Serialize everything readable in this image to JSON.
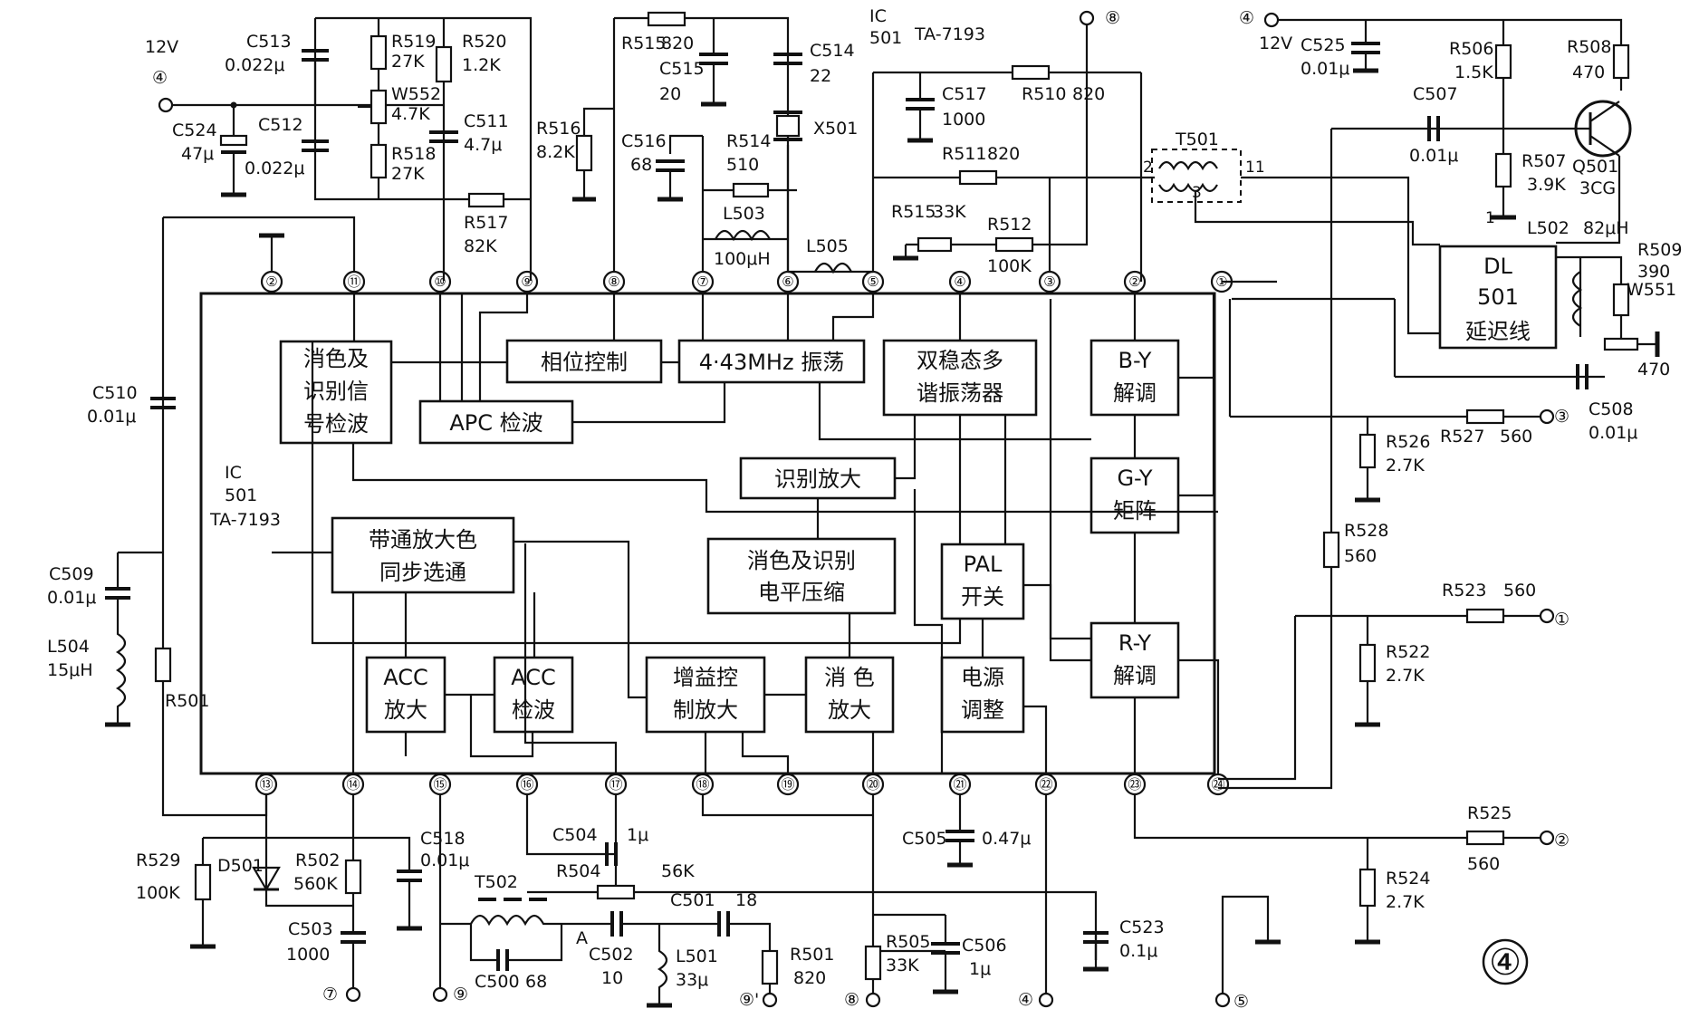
{
  "ic": {
    "designator": "IC",
    "number": "501",
    "part": "TA-7193"
  },
  "blocks": {
    "killer_detect": [
      "消色及",
      "识别信",
      "号检波"
    ],
    "phase_control": "相位控制",
    "osc": "4·43MHz 振荡",
    "apc": "APC 检波",
    "flipflop": [
      "双稳态多",
      "谐振荡器"
    ],
    "by_demod": [
      "B-Y",
      "解调"
    ],
    "gy_matrix": [
      "G-Y",
      "矩阵"
    ],
    "ry_demod": [
      "R-Y",
      "解调"
    ],
    "id_amp": "识别放大",
    "killer_level": [
      "消色及识别",
      "电平压缩"
    ],
    "pal_switch": [
      "PAL",
      "开关"
    ],
    "bandpass": [
      "带通放大色",
      "同步选通"
    ],
    "acc_amp": [
      "ACC",
      "放大"
    ],
    "acc_det": [
      "ACC",
      "检波"
    ],
    "gain_ctrl": [
      "增益控",
      "制放大"
    ],
    "killer_amp": [
      "消 色",
      "放大"
    ],
    "power_reg": [
      "电源",
      "调整"
    ],
    "delay_line": [
      "DL",
      "501",
      "延迟线"
    ]
  },
  "pins": {
    "top": [
      "②",
      "⑪",
      "⑩",
      "⑨",
      "⑧",
      "⑦",
      "⑥",
      "⑤",
      "④",
      "③",
      "②",
      "①"
    ],
    "bottom": [
      "⑬",
      "⑭",
      "⑮",
      "⑯",
      "⑰",
      "⑱",
      "⑲",
      "⑳",
      "㉑",
      "㉒",
      "㉓",
      "㉔"
    ]
  },
  "components": {
    "C513": [
      "C513",
      "0.022μ"
    ],
    "R519": [
      "R519",
      "27K"
    ],
    "R520": [
      "R520",
      "1.2K"
    ],
    "W552": [
      "W552",
      "4.7K"
    ],
    "C511": [
      "C511",
      "4.7μ"
    ],
    "C524": [
      "C524",
      "47μ"
    ],
    "C512": [
      "C512",
      "0.022μ"
    ],
    "R518": [
      "R518",
      "27K"
    ],
    "R517": [
      "R517",
      "82K"
    ],
    "R515a": [
      "R515",
      "820"
    ],
    "C515": [
      "C515",
      "20"
    ],
    "C514": [
      "C514",
      "22"
    ],
    "X501": [
      "X501"
    ],
    "R516": [
      "R516",
      "8.2K"
    ],
    "C516": [
      "C516",
      "68"
    ],
    "R514": [
      "R514",
      "510"
    ],
    "L503": [
      "L503",
      "100μH"
    ],
    "L505": [
      "L505"
    ],
    "C517": [
      "C517",
      "1000"
    ],
    "R510": [
      "R510",
      "820"
    ],
    "R511": [
      "R511",
      "820"
    ],
    "R515b": [
      "R515",
      "33K"
    ],
    "R512": [
      "R512",
      "100K"
    ],
    "T501": [
      "T501"
    ],
    "C525": [
      "C525",
      "0.01μ"
    ],
    "R506": [
      "R506",
      "1.5K"
    ],
    "R508": [
      "R508",
      "470"
    ],
    "C507": [
      "C507",
      "0.01μ"
    ],
    "R507": [
      "R507",
      "3.9K"
    ],
    "Q501": [
      "Q501",
      "3CG"
    ],
    "L502": [
      "L502",
      "82μH"
    ],
    "R509": [
      "R509",
      "390"
    ],
    "W551": [
      "W551",
      "470"
    ],
    "C508": [
      "C508",
      "0.01μ"
    ],
    "R527": [
      "R527",
      "560"
    ],
    "R526": [
      "R526",
      "2.7K"
    ],
    "R528": [
      "R528",
      "560"
    ],
    "R523": [
      "R523",
      "560"
    ],
    "R522": [
      "R522",
      "2.7K"
    ],
    "R525": [
      "R525",
      "560"
    ],
    "R524": [
      "R524",
      "2.7K"
    ],
    "C510": [
      "C510",
      "0.01μ"
    ],
    "C509": [
      "C509",
      "0.01μ"
    ],
    "L504": [
      "L504",
      "15μH"
    ],
    "R501a": [
      "R501"
    ],
    "R529": [
      "R529",
      "100K"
    ],
    "D501": [
      "D501"
    ],
    "R502": [
      "R502",
      "560K"
    ],
    "C518": [
      "C518",
      "0.01μ"
    ],
    "C503": [
      "C503",
      "1000"
    ],
    "C504": [
      "C504",
      "1μ"
    ],
    "R504": [
      "R504",
      "56K"
    ],
    "T502": [
      "T502"
    ],
    "C500": [
      "C500",
      "68"
    ],
    "C502": [
      "C502",
      "10"
    ],
    "C501": [
      "C501",
      "18"
    ],
    "L501": [
      "L501",
      "33μ"
    ],
    "R501b": [
      "R501",
      "820"
    ],
    "C505": [
      "C505",
      "0.47μ"
    ],
    "R505": [
      "R505",
      "33K"
    ],
    "C506": [
      "C506",
      "1μ"
    ],
    "C523": [
      "C523",
      "0.1μ"
    ]
  },
  "nodes": {
    "supply_left": "12V",
    "supply_right": "12V",
    "t4a": "④",
    "t8": "⑧",
    "t4b": "④",
    "t3": "③",
    "t1": "①",
    "t2": "②",
    "t7": "⑦",
    "t9a": "⑨",
    "t9b": "⑨'",
    "t8b": "⑧",
    "t4c": "④",
    "t5": "⑤",
    "pt_a": "A",
    "t501_2": "2",
    "t501_3": "3",
    "t501_11": "11",
    "q_mark": "1"
  },
  "figure_number": "④"
}
